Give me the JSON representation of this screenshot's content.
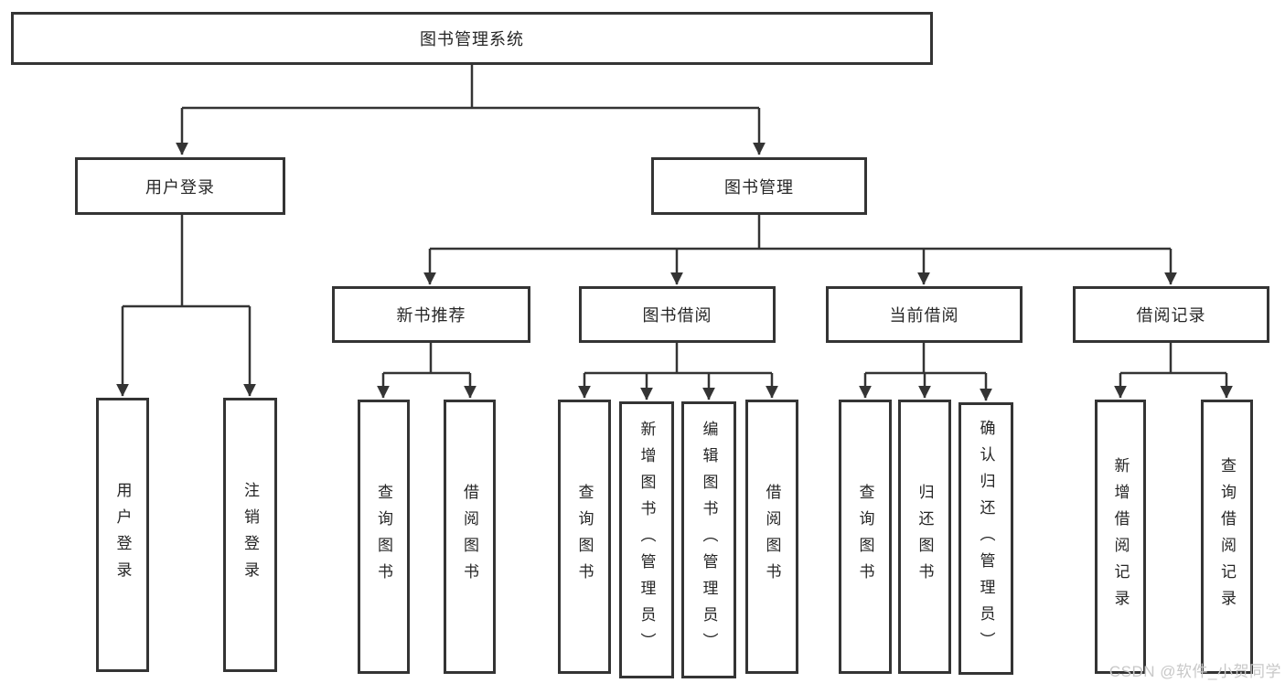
{
  "diagram": {
    "type": "hierarchy",
    "tree": {
      "root": "图书管理系统",
      "children": [
        {
          "label": "用户登录",
          "children": [
            "用户登录",
            "注销登录"
          ]
        },
        {
          "label": "图书管理",
          "children": [
            {
              "label": "新书推荐",
              "children": [
                "查询图书",
                "借阅图书"
              ]
            },
            {
              "label": "图书借阅",
              "children": [
                "查询图书",
                "新增图书（管理员）",
                "编辑图书（管理员）",
                "借阅图书"
              ]
            },
            {
              "label": "当前借阅",
              "children": [
                "查询图书",
                "归还图书",
                "确认归还（管理员）"
              ]
            },
            {
              "label": "借阅记录",
              "children": [
                "新增借阅记录",
                "查询借阅记录"
              ]
            }
          ]
        }
      ]
    },
    "colors": {
      "line": "#343434",
      "box_border": "#343434",
      "box_fill": "#ffffff",
      "text": "#262626",
      "watermark": "#c8c8c8",
      "background": "#ffffff"
    }
  },
  "watermark": "CSDN @软件_小贺同学"
}
